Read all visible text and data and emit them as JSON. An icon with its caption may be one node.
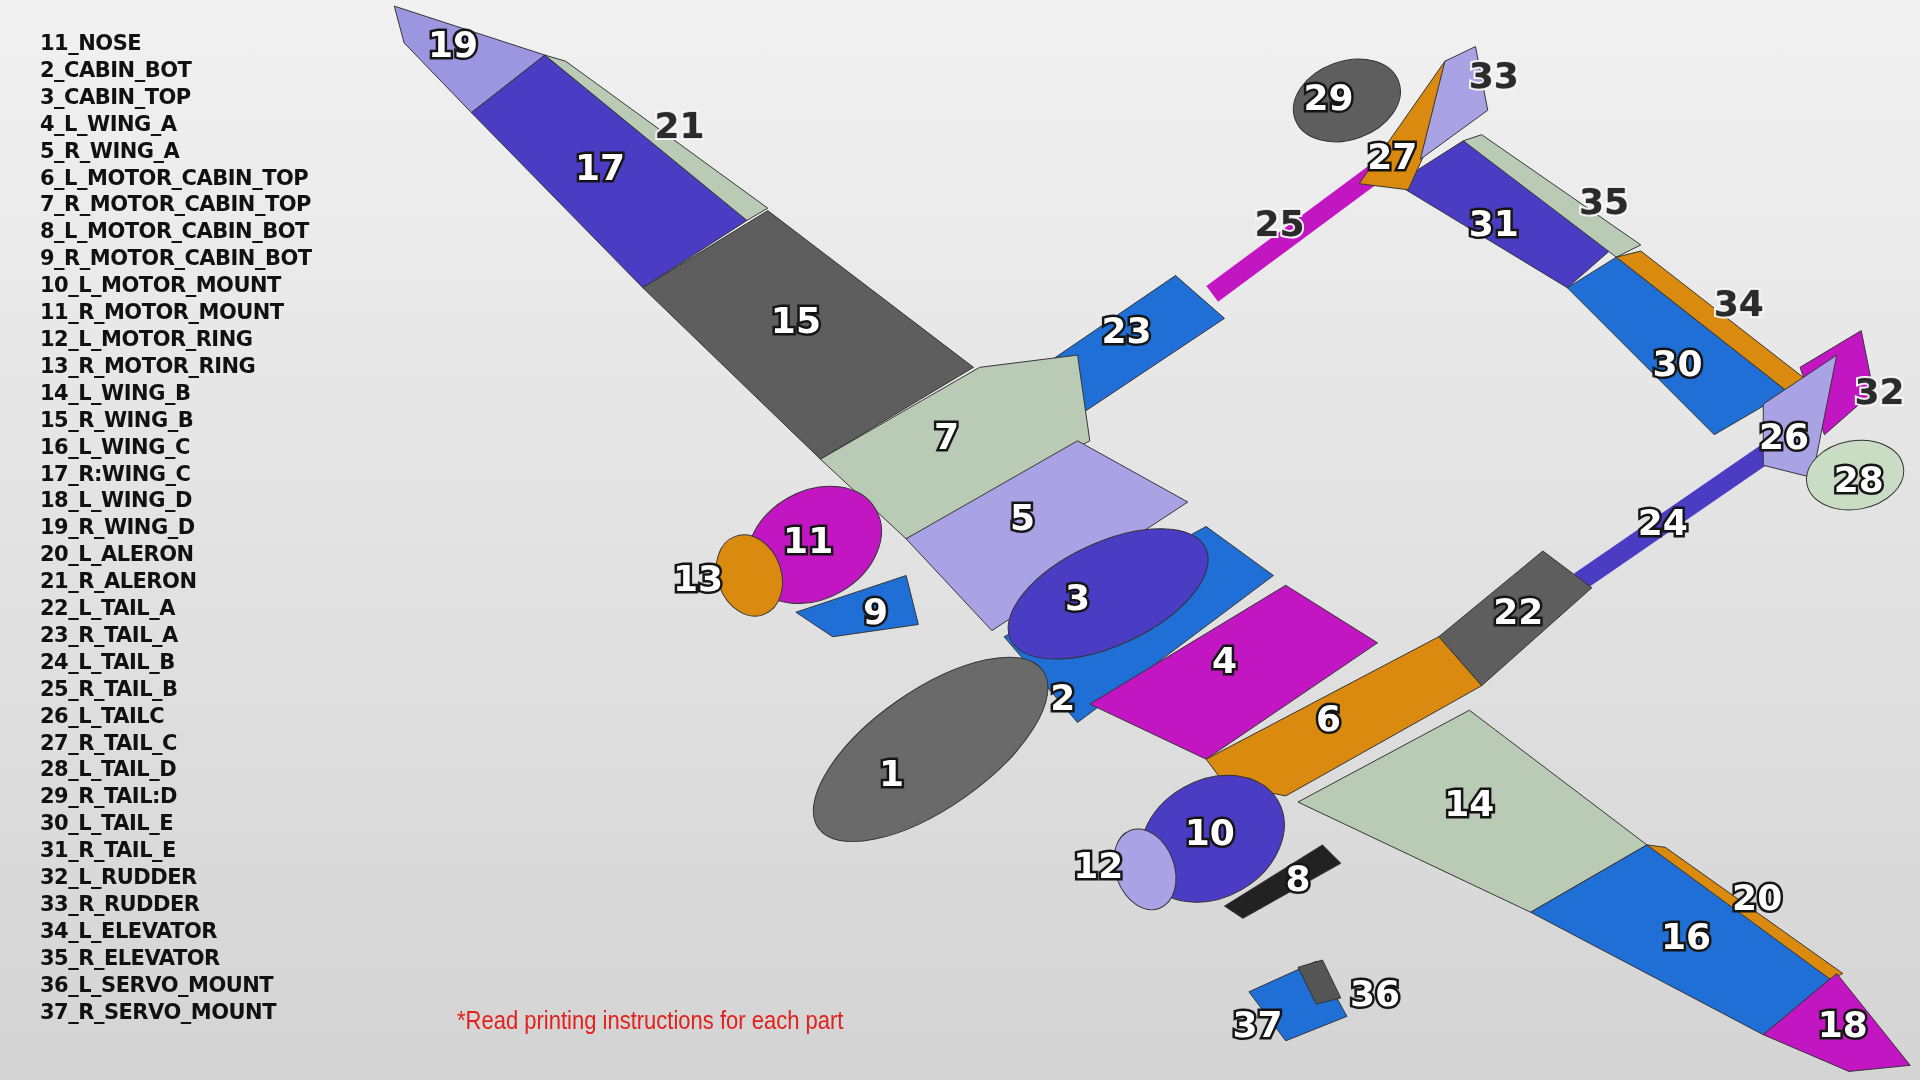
{
  "diagram": {
    "labels": [
      "11_NOSE",
      "2_CABIN_BOT",
      "3_CABIN_TOP",
      "4_L_WING_A",
      "5_R_WING_A",
      "6_L_MOTOR_CABIN_TOP",
      "7_R_MOTOR_CABIN_TOP",
      "8_L_MOTOR_CABIN_BOT",
      "9_R_MOTOR_CABIN_BOT",
      "10_L_MOTOR_MOUNT",
      "11_R_MOTOR_MOUNT",
      "12_L_MOTOR_RING",
      "13_R_MOTOR_RING",
      "14_L_WING_B",
      "15_R_WING_B",
      "16_L_WING_C",
      "17_R:WING_C",
      "18_L_WING_D",
      "19_R_WING_D",
      "20_L_ALERON",
      "21_R_ALERON",
      "22_L_TAIL_A",
      "23_R_TAIL_A",
      "24_L_TAIL_B",
      "25_R_TAIL_B",
      "26_L_TAILC",
      "27_R_TAIL_C",
      "28_L_TAIL_D",
      "29_R_TAIL:D",
      "30_L_TAIL_E",
      "31_R_TAIL_E",
      "32_L_RUDDER",
      "33_R_RUDDER",
      "34_L_ELEVATOR",
      "35_R_ELEVATOR",
      "36_L_SERVO_MOUNT",
      "37_R_SERVO_MOUNT",
      "19",
      "33",
      "29",
      "21",
      "27",
      "17",
      "35",
      "25",
      "31",
      "34",
      "15",
      "23",
      "30",
      "32",
      "7",
      "26",
      "28",
      "5",
      "24",
      "11",
      "13",
      "3",
      "9",
      "22",
      "4",
      "2",
      "6",
      "1",
      "14",
      "10",
      "12",
      "8",
      "20",
      "16",
      "36",
      "*Read printing instructions for each part",
      "37",
      "18"
    ]
  }
}
